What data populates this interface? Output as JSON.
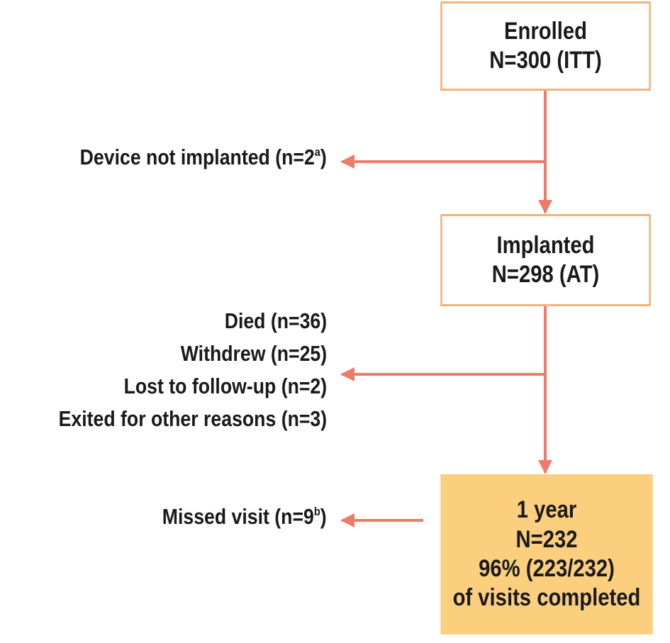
{
  "boxes": {
    "enrolled": {
      "line1": "Enrolled",
      "line2": "N=300 (ITT)"
    },
    "implanted": {
      "line1": "Implanted",
      "line2": "N=298 (AT)"
    },
    "one_year": {
      "line1": "1 year",
      "line2": "N=232",
      "line3": "96% (223/232)",
      "line4": "of visits completed"
    }
  },
  "exclusions": {
    "not_implanted": {
      "text": "Device not implanted (n=2",
      "sup": "a",
      "close": ")"
    },
    "after_implant": [
      "Died (n=36)",
      "Withdrew (n=25)",
      "Lost to follow-up (n=2)",
      "Exited for other reasons (n=3)"
    ],
    "missed_visit": {
      "text": "Missed visit (n=9",
      "sup": "b",
      "close": ")"
    }
  },
  "colors": {
    "box_border": "#f2b27a",
    "box_fill": "#fbcf7e",
    "arrow": "#ee7b6a",
    "text": "#1a1a1a"
  }
}
